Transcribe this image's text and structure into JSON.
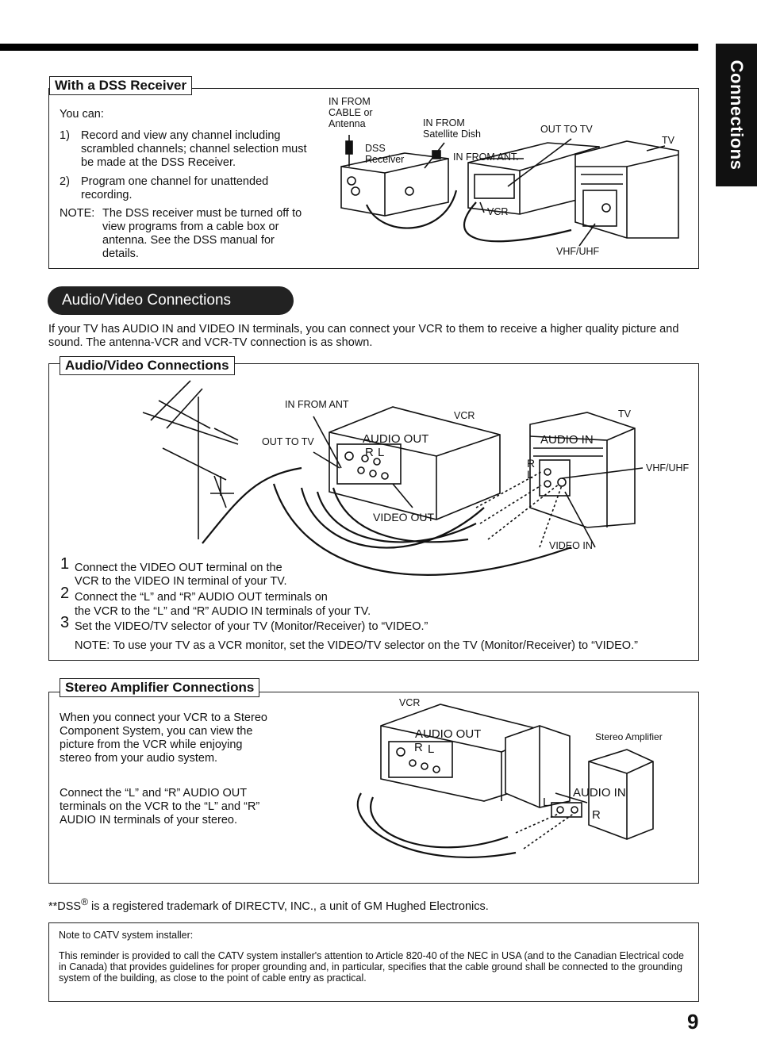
{
  "side_tab": "Connections",
  "page_number": "9",
  "dss": {
    "title": "With a DSS Receiver",
    "intro": "You can:",
    "item1_num": "1)",
    "item1": "Record and view any channel including scrambled channels; channel selection must be made at the DSS Receiver.",
    "item2_num": "2)",
    "item2": "Program one channel for unattended recording.",
    "note_label": "NOTE:",
    "note": "The DSS receiver must be turned off to view programs from a cable box or antenna. See the DSS manual for details.",
    "diagram": {
      "in_from_cable": "IN FROM CABLE or Antenna",
      "in_from_dish": "IN FROM Satellite Dish",
      "dss_receiver": "DSS Receiver",
      "in_from_ant": "IN FROM ANT.",
      "out_to_tv": "OUT TO TV",
      "tv": "TV",
      "vcr": "VCR",
      "vhf_uhf": "VHF/UHF"
    }
  },
  "av": {
    "banner": "Audio/Video Connections",
    "intro": "If your TV has AUDIO IN and VIDEO IN terminals, you can connect your VCR to them to receive a higher quality picture and sound. The antenna-VCR and VCR-TV connection is as shown.",
    "box_title": "Audio/Video Connections",
    "diagram": {
      "in_from_ant": "IN FROM ANT",
      "vcr": "VCR",
      "tv": "TV",
      "out_to_tv": "OUT TO TV",
      "audio_out": "AUDIO OUT",
      "r": "R",
      "l": "L",
      "audio_in": "AUDIO IN",
      "vhf_uhf": "VHF/UHF",
      "video_out": "VIDEO OUT",
      "video_in": "VIDEO IN"
    },
    "steps": [
      {
        "num": "1",
        "text1": "Connect the VIDEO OUT terminal on the",
        "text2": "VCR to the VIDEO IN terminal of your TV."
      },
      {
        "num": "2",
        "text1": "Connect the “L” and “R” AUDIO OUT terminals on",
        "text2": "the VCR to the “L” and “R” AUDIO IN terminals of your TV."
      },
      {
        "num": "3",
        "text1": "Set the VIDEO/TV selector of your TV (Monitor/Receiver) to “VIDEO.”",
        "text2": ""
      }
    ],
    "note": "NOTE:  To use your TV as a VCR monitor, set the VIDEO/TV selector on the TV (Monitor/Receiver) to “VIDEO.”"
  },
  "stereo": {
    "title": "Stereo Amplifier Connections",
    "para1": "When you connect your VCR to a Stereo Component System, you can view the picture from the VCR while enjoying stereo from your audio system.",
    "para2": "Connect the “L” and “R” AUDIO OUT terminals on the VCR to the “L” and “R” AUDIO IN terminals of your stereo.",
    "diagram": {
      "vcr": "VCR",
      "audio_out": "AUDIO OUT",
      "r": "R",
      "l": "L",
      "stereo_amplifier": "Stereo Amplifier",
      "audio_in": "AUDIO IN"
    }
  },
  "trademark": {
    "prefix": "**DSS",
    "reg": "®",
    "text": " is a registered trademark of DIRECTV, INC., a unit of GM Hughed Electronics."
  },
  "catv": {
    "title": "Note to CATV system installer:",
    "text": "This reminder is provided to call the CATV system installer's attention to Article 820-40 of the NEC in USA (and to the Canadian Electrical code in Canada) that provides guidelines for proper grounding and, in particular, specifies that the cable ground shall be connected to the grounding system of the building, as close to the point of cable entry as practical."
  }
}
